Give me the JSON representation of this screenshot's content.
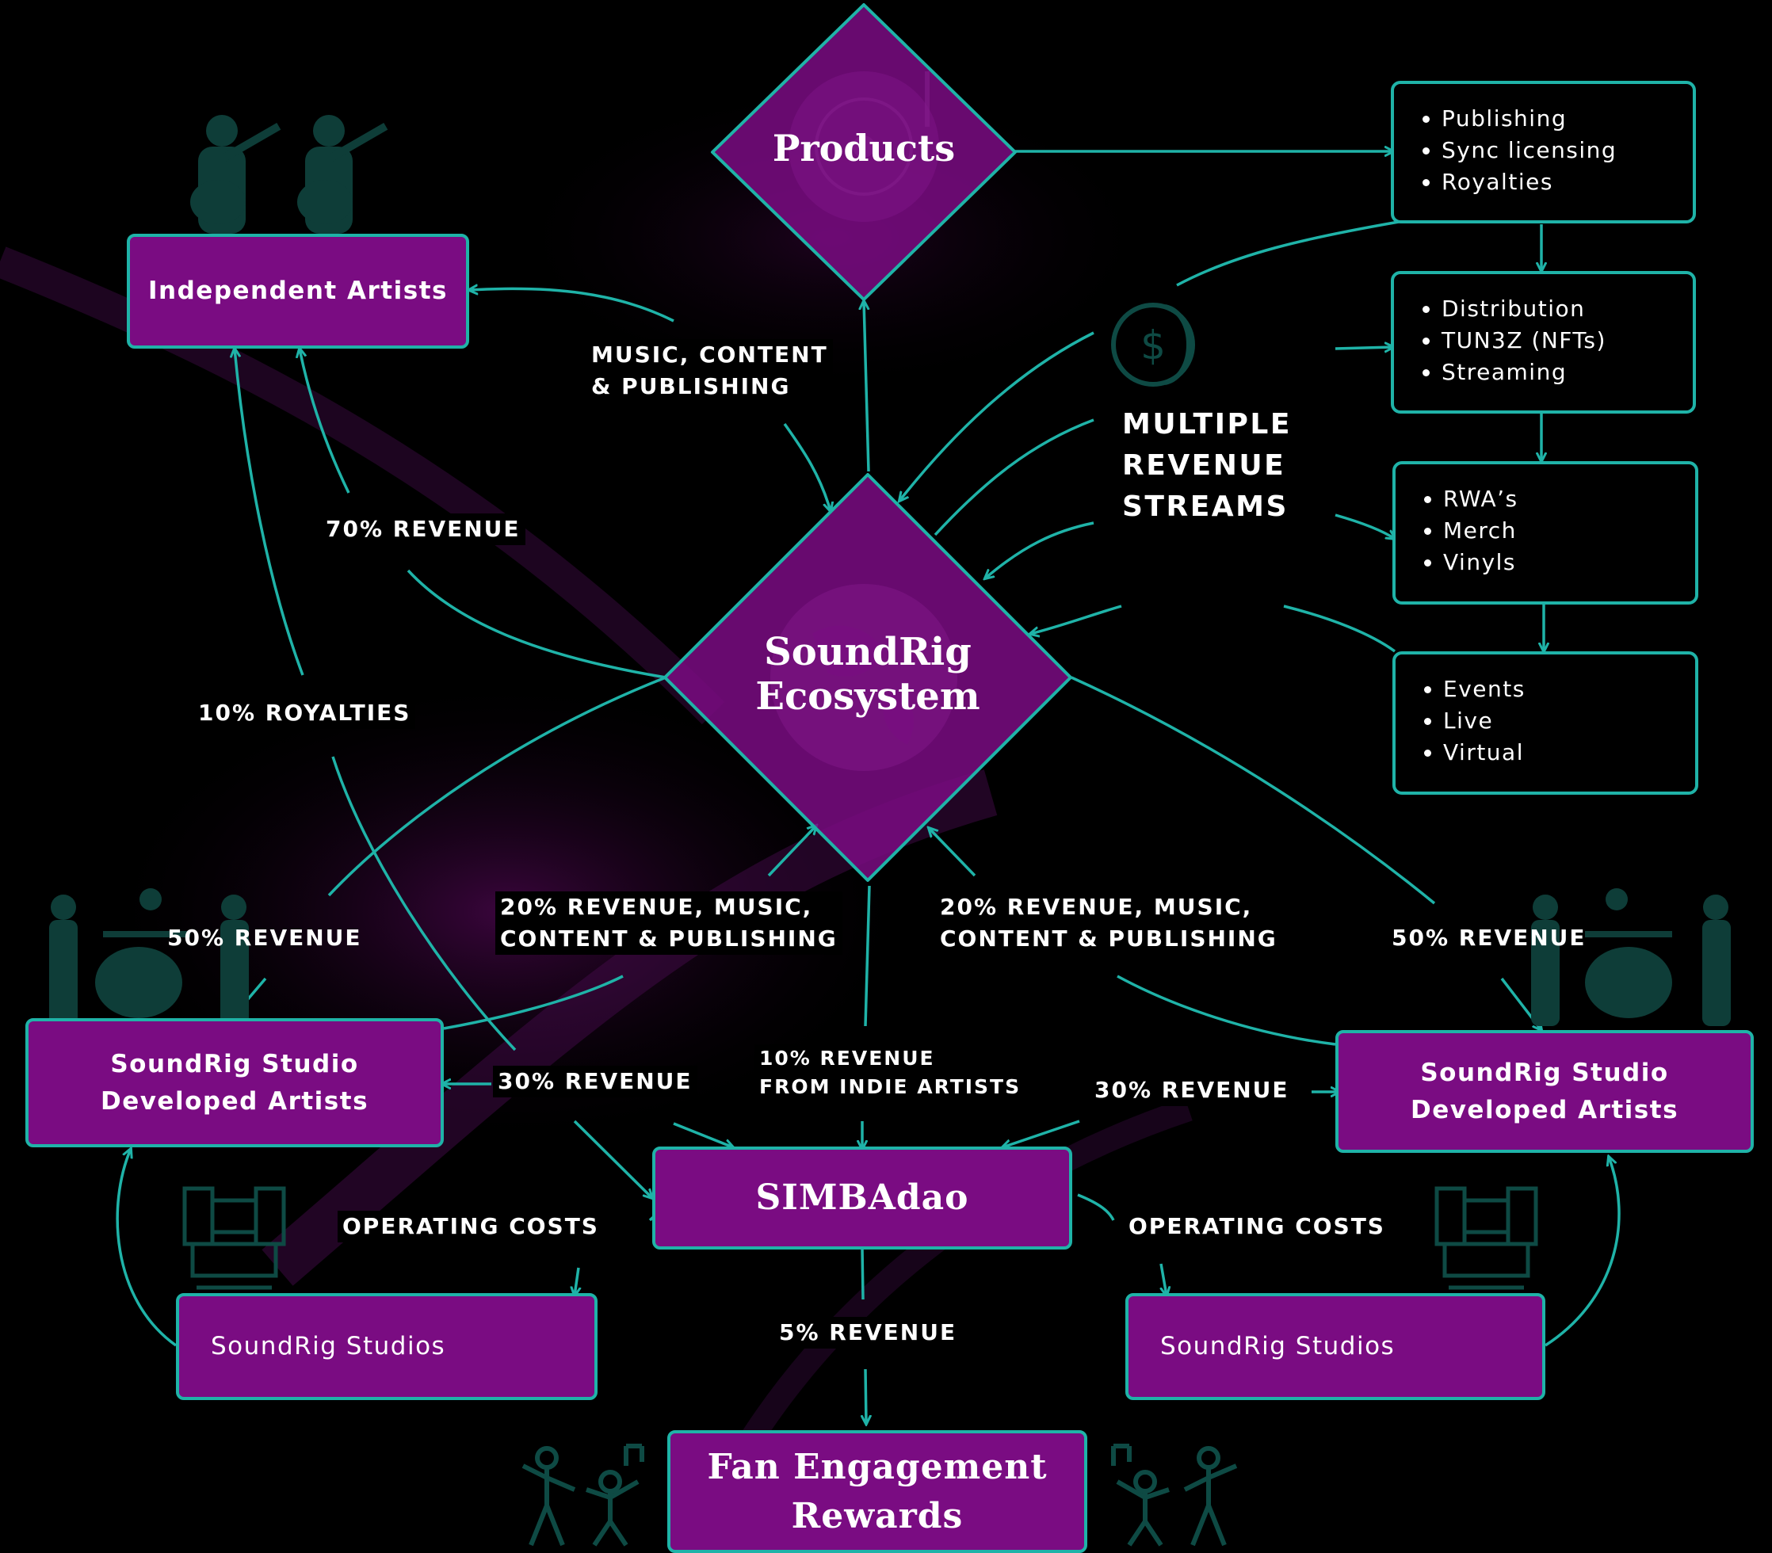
{
  "colors": {
    "accent_teal": "#1fb3a8",
    "box_purple": "#7a0c82",
    "background": "#000000",
    "icon_teal": "#0e3d38"
  },
  "diamonds": {
    "products": "Products",
    "ecosystem_line1": "SoundRig",
    "ecosystem_line2": "Ecosystem"
  },
  "boxes": {
    "independent_artists": "Independent Artists",
    "studio_left_line1": "SoundRig Studio",
    "studio_left_line2": "Developed Artists",
    "studio_right_line1": "SoundRig Studio",
    "studio_right_line2": "Developed Artists",
    "simbadao": "SIMBAdao",
    "studios_left": "SoundRig Studios",
    "studios_right": "SoundRig Studios",
    "fan_line1": "Fan Engagement",
    "fan_line2": "Rewards"
  },
  "revenue_lists": [
    [
      "Publishing",
      "Sync licensing",
      "Royalties"
    ],
    [
      "Distribution",
      "TUN3Z (NFTs)",
      "Streaming"
    ],
    [
      "RWA’s",
      "Merch",
      "Vinyls"
    ],
    [
      "Events",
      "Live",
      "Virtual"
    ]
  ],
  "labels": {
    "music_content_1": "MUSIC, CONTENT",
    "music_content_2": "& PUBLISHING",
    "multiple_1": "MULTIPLE",
    "multiple_2": "REVENUE",
    "multiple_3": "STREAMS",
    "rev70": "70% REVENUE",
    "royalties10": "10% ROYALTIES",
    "rev50_left": "50% REVENUE",
    "rev50_right": "50% REVENUE",
    "rev20_left_1": "20% REVENUE, MUSIC,",
    "rev20_left_2": "CONTENT & PUBLISHING",
    "rev20_right_1": "20% REVENUE, MUSIC,",
    "rev20_right_2": "CONTENT & PUBLISHING",
    "rev30_left": "30% REVENUE",
    "rev30_right": "30% REVENUE",
    "indie10_1": "10% REVENUE",
    "indie10_2": "FROM INDIE ARTISTS",
    "opcost_left": "OPERATING COSTS",
    "opcost_right": "OPERATING COSTS",
    "rev5": "5% REVENUE"
  },
  "icons": [
    "guitar-players-icon",
    "vinyl-record-icon",
    "globe-icon",
    "dollar-coin-icon",
    "band-silhouette-icon",
    "studio-console-icon",
    "dancing-people-icon"
  ]
}
